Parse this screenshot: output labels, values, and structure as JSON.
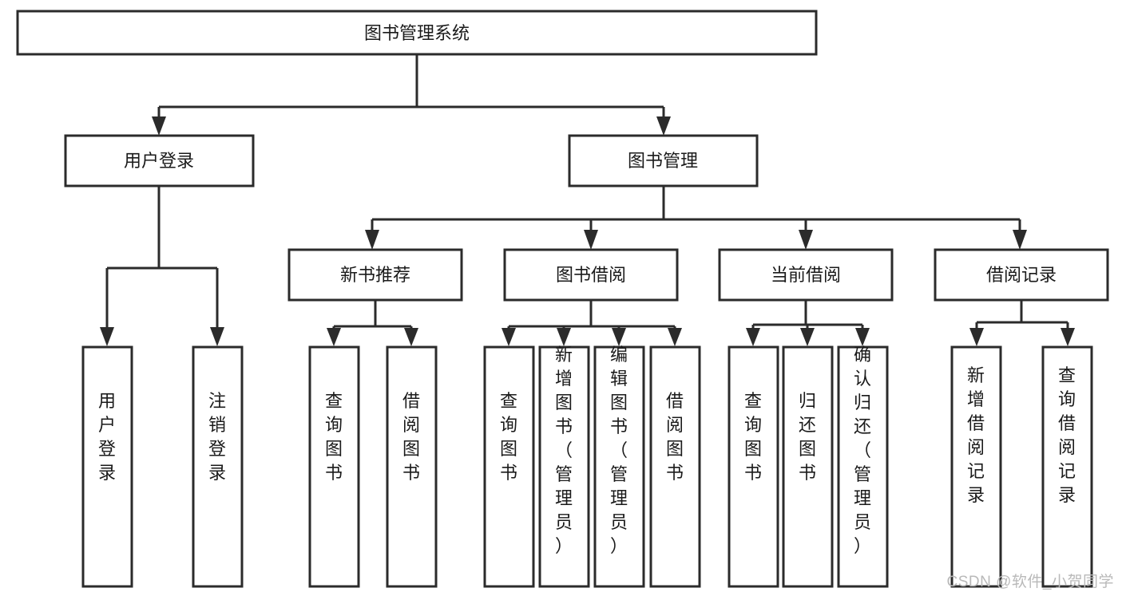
{
  "diagram": {
    "title": "图书管理系统",
    "type": "tree-hierarchy-diagram",
    "watermark": "CSDN @软件_小贺同学",
    "colors": {
      "stroke": "#2b2b2b",
      "node_fill": "#ffffff",
      "text": "#1a1a1a",
      "watermark": "#b9b9b9",
      "background": "#ffffff"
    },
    "root": {
      "label": "图书管理系统",
      "orientation": "horizontal"
    },
    "level2": [
      {
        "label": "用户登录",
        "orientation": "horizontal"
      },
      {
        "label": "图书管理",
        "orientation": "horizontal"
      }
    ],
    "level3": [
      {
        "label": "新书推荐",
        "orientation": "horizontal",
        "parent": "图书管理"
      },
      {
        "label": "图书借阅",
        "orientation": "horizontal",
        "parent": "图书管理"
      },
      {
        "label": "当前借阅",
        "orientation": "horizontal",
        "parent": "图书管理"
      },
      {
        "label": "借阅记录",
        "orientation": "horizontal",
        "parent": "图书管理"
      }
    ],
    "leaves": {
      "user_login": [
        {
          "label": "用户登录",
          "orientation": "vertical"
        },
        {
          "label": "注销登录",
          "orientation": "vertical"
        }
      ],
      "new_book_recommend": [
        {
          "label": "查询图书",
          "orientation": "vertical"
        },
        {
          "label": "借阅图书",
          "orientation": "vertical"
        }
      ],
      "book_borrow": [
        {
          "label": "查询图书",
          "orientation": "vertical"
        },
        {
          "label": "新增图书（管理员）",
          "orientation": "vertical"
        },
        {
          "label": "编辑图书（管理员）",
          "orientation": "vertical"
        },
        {
          "label": "借阅图书",
          "orientation": "vertical"
        }
      ],
      "current_borrow": [
        {
          "label": "查询图书",
          "orientation": "vertical"
        },
        {
          "label": "归还图书",
          "orientation": "vertical"
        },
        {
          "label": "确认归还（管理员）",
          "orientation": "vertical"
        }
      ],
      "borrow_record": [
        {
          "label": "新增借阅记录",
          "orientation": "vertical"
        },
        {
          "label": "查询借阅记录",
          "orientation": "vertical"
        }
      ]
    }
  }
}
